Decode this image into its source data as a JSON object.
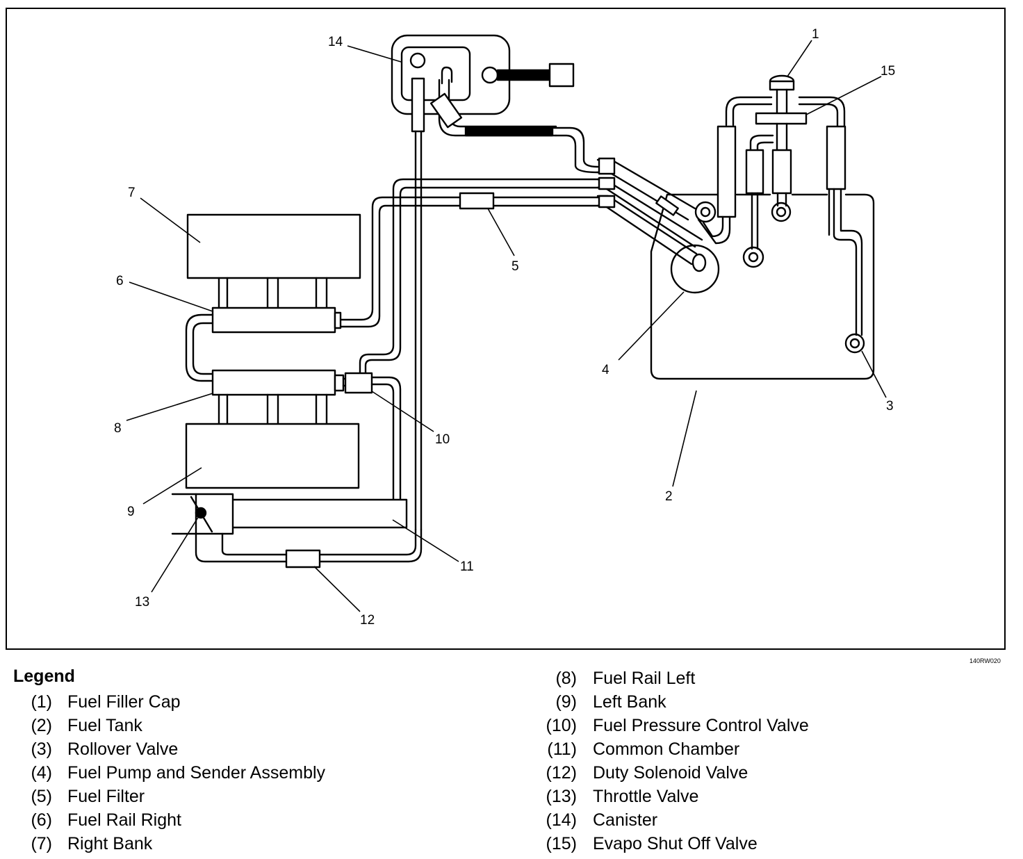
{
  "figure_id": "140RW020",
  "callouts": [
    "1",
    "2",
    "3",
    "4",
    "5",
    "6",
    "7",
    "8",
    "9",
    "10",
    "11",
    "12",
    "13",
    "14",
    "15"
  ],
  "legend": {
    "title": "Legend",
    "items": [
      {
        "num": "(1)",
        "label": "Fuel Filler Cap"
      },
      {
        "num": "(2)",
        "label": "Fuel Tank"
      },
      {
        "num": "(3)",
        "label": "Rollover Valve"
      },
      {
        "num": "(4)",
        "label": "Fuel Pump and Sender Assembly"
      },
      {
        "num": "(5)",
        "label": "Fuel Filter"
      },
      {
        "num": "(6)",
        "label": "Fuel Rail Right"
      },
      {
        "num": "(7)",
        "label": "Right Bank"
      },
      {
        "num": "(8)",
        "label": "Fuel Rail Left"
      },
      {
        "num": "(9)",
        "label": "Left Bank"
      },
      {
        "num": "(10)",
        "label": "Fuel Pressure Control Valve"
      },
      {
        "num": "(11)",
        "label": "Common Chamber"
      },
      {
        "num": "(12)",
        "label": "Duty Solenoid Valve"
      },
      {
        "num": "(13)",
        "label": "Throttle Valve"
      },
      {
        "num": "(14)",
        "label": "Canister"
      },
      {
        "num": "(15)",
        "label": "Evapo Shut Off Valve"
      }
    ]
  }
}
